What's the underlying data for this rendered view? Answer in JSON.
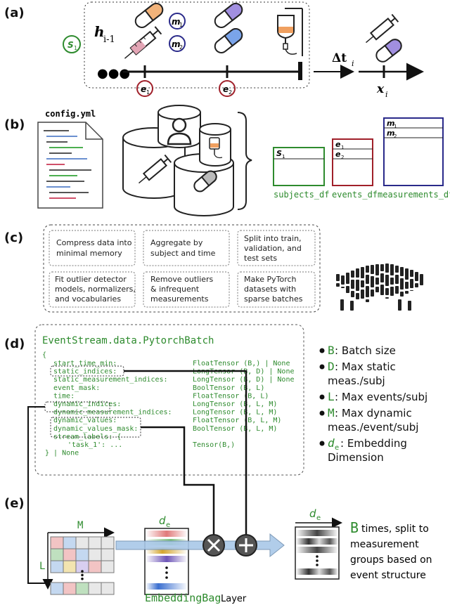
{
  "panels": {
    "a": "(a)",
    "b": "(b)",
    "c": "(c)",
    "d": "(d)",
    "e": "(e)"
  },
  "panel_a": {
    "hidden_state": "h",
    "hidden_sub": "i-1",
    "subject_marker": "S",
    "subject_sub": "1",
    "measurements": [
      {
        "main": "m",
        "sub": "1"
      },
      {
        "main": "m",
        "sub": "2"
      }
    ],
    "events": [
      {
        "main": "e",
        "sub": "1"
      },
      {
        "main": "e",
        "sub": "2"
      }
    ],
    "ellipsis": "●●●",
    "delta_main": "Δt",
    "delta_sub": "i",
    "x_main": "x",
    "x_sub": "i"
  },
  "panel_b": {
    "config_file": "config.yml",
    "tables": [
      {
        "name": "subjects_df",
        "color": "#2e8b2e",
        "rows": [
          {
            "main": "S",
            "sub": "1"
          }
        ]
      },
      {
        "name": "events_df",
        "color": "#a0202a",
        "rows": [
          {
            "main": "e",
            "sub": "1"
          },
          {
            "main": "e",
            "sub": "2"
          }
        ]
      },
      {
        "name": "measurements_df",
        "color": "#2a2a8a",
        "rows": [
          {
            "main": "m",
            "sub": "1"
          },
          {
            "main": "m",
            "sub": "2"
          }
        ]
      }
    ]
  },
  "panel_c": {
    "steps": [
      [
        "Compress data into",
        "minimal memory"
      ],
      [
        "Aggregate by",
        "subject and time"
      ],
      [
        "Split into train,",
        "validation, and",
        "test sets"
      ],
      [
        "Fit outlier detector",
        "models, normalizers,",
        "and vocabularies"
      ],
      [
        "Remove outliers",
        "& infrequent",
        "measurements"
      ],
      [
        "Make PyTorch",
        "datasets with",
        "sparse batches"
      ]
    ]
  },
  "panel_d": {
    "class_name": "EventStream.data.PytorchBatch",
    "open_brace": "{",
    "close_brace": "}",
    "fields": [
      {
        "name": "start_time_min:",
        "type": "FloatTensor (B,)    | None"
      },
      {
        "name": "static_indices:",
        "type": "LongTensor  (B, D)  | None"
      },
      {
        "name": "static_measurement_indices:",
        "type": "LongTensor  (B, D)  | None"
      },
      {
        "name": "event_mask:",
        "type": "BoolTensor  (B, L)"
      },
      {
        "name": "time:",
        "type": "FloatTensor (B, L)"
      },
      {
        "name": "dynamic_indices:",
        "type": "LongTensor  (B, L, M)"
      },
      {
        "name": "dynamic_measurement_indices:",
        "type": "LongTensor  (B, L, M)"
      },
      {
        "name": "dynamic_values:",
        "type": "FloatTensor (B, L, M)"
      },
      {
        "name": "dynamic_values_mask:",
        "type": "BoolTensor  (B, L, M)"
      },
      {
        "name": "stream_labels: {",
        "type": ""
      },
      {
        "name": "  'task_1': ...",
        "type": "Tensor(B,)"
      },
      {
        "name": "} | None",
        "type": ""
      }
    ],
    "legend": [
      {
        "key": "B",
        "lines": [
          ": Batch size"
        ]
      },
      {
        "key": "D",
        "lines": [
          ": Max static",
          "meas./subj"
        ]
      },
      {
        "key": "L",
        "lines": [
          ": Max events/subj"
        ]
      },
      {
        "key": "M",
        "lines": [
          ": Max dynamic",
          "meas./event/subj"
        ]
      },
      {
        "key": "d",
        "key_sub": "e",
        "lines": [
          ": Embedding",
          "Dimension"
        ]
      }
    ]
  },
  "panel_e": {
    "dim_m": "M",
    "dim_l": "L",
    "dim_de": "d",
    "dim_de_sub": "e",
    "layer_name": "EmbeddingBag",
    "layer_suffix": " Layer",
    "output_key": "B",
    "output_lines": [
      " times, split to",
      "measurement",
      "groups based on",
      "event structure"
    ]
  },
  "colors": {
    "accent_green": "#2e8b2e",
    "event_red": "#a0202a",
    "measure_navy": "#2a2a8a",
    "arrow_blue": "#a9c8e8"
  }
}
